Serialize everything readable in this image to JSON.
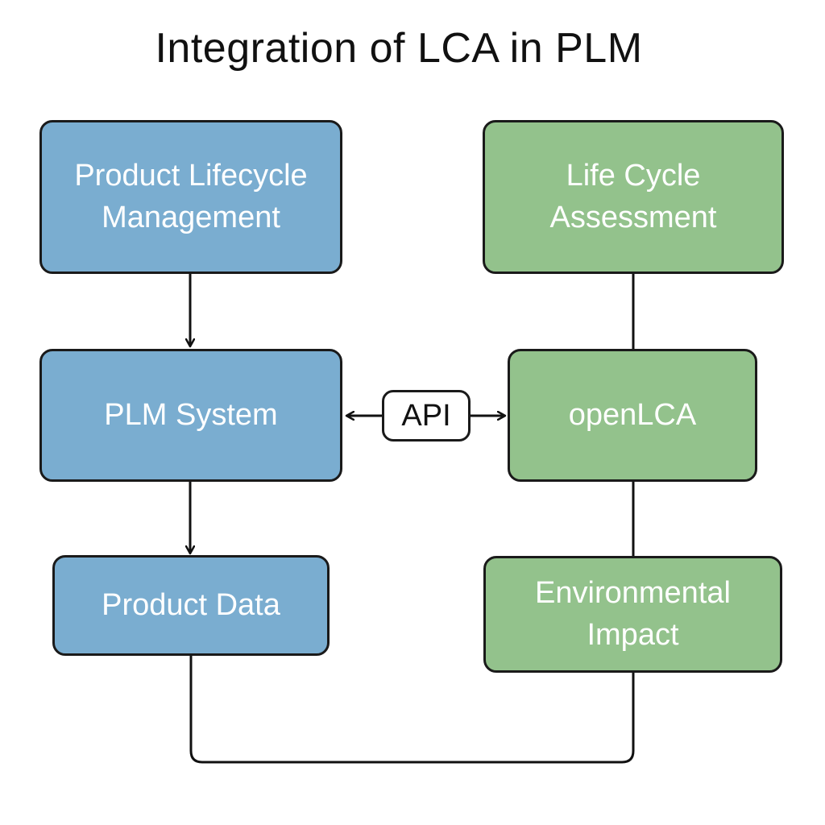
{
  "title": "Integration of LCA in PLM",
  "colors": {
    "plm_box": "#7aadd0",
    "lca_box": "#93c28c",
    "outline": "#1a1a1a"
  },
  "nodes": {
    "plm": "Product Lifecycle\nManagement",
    "lca": "Life Cycle\nAssessment",
    "plm_system": "PLM System",
    "openlca": "openLCA",
    "product_data": "Product Data",
    "environmental_impact": "Environmental\nImpact"
  },
  "api_label": "API"
}
